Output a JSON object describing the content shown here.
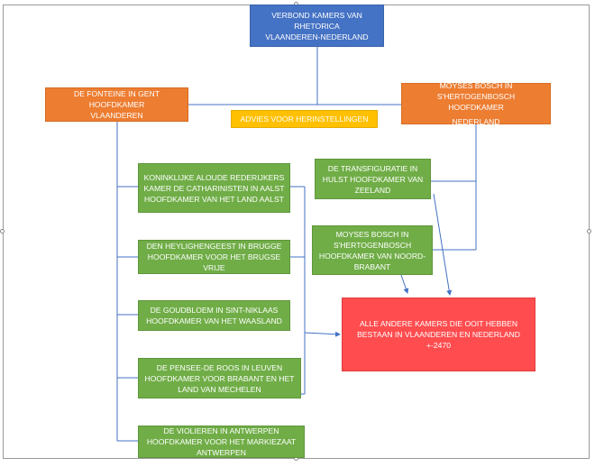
{
  "diagram": {
    "top": {
      "line1": "VERBOND KAMERS VAN RHETORICA",
      "line2": "VLAANDEREN-NEDERLAND",
      "color": "#4472c4"
    },
    "left_head": {
      "line1": "DE FONTEINE IN GENT HOOFDKAMER",
      "line2": "VLAANDEREN",
      "color": "#ed7d31"
    },
    "right_head": {
      "line1": "MOYSES BOSCH IN S'HERTOGENBOSCH",
      "line2": "HOOFDKAMER",
      "line3": "NEDERLAND",
      "color": "#ed7d31"
    },
    "advice": {
      "label": "ADVIES VOOR HERINSTELLINGEN",
      "color": "#ffc000"
    },
    "left_chambers": [
      "KONINKLIJKE ALOUDE REDERIJKERS KAMER DE CATHARINISTEN IN AALST HOOFDKAMER VAN HET LAND AALST",
      "DEN HEYLIGHENGEEST IN BRUGGE HOOFDKAMER VOOR HET BRUGSE VRIJE",
      "DE GOUDBLOEM IN SINT-NIKLAAS HOOFDKAMER VAN HET WAASLAND",
      "DE PENSEE-DE ROOS IN LEUVEN HOOFDKAMER VOOR BRABANT EN HET LAND VAN MECHELEN",
      "DE VIOLIEREN IN ANTWERPEN HOOFDKAMER VOOR HET MARKIEZAAT ANTWERPEN"
    ],
    "right_chambers": [
      "DE TRANSFIGURATIE IN HULST HOOFDKAMER VAN ZEELAND",
      "MOYSES BOSCH IN S'HERTOGENBOSCH HOOFDKAMER VAN NOORD-BRABANT"
    ],
    "others": {
      "label": "ALLE ANDERE KAMERS DIE OOIT HEBBEN BESTAAN IN VLAANDEREN EN NEDERLAND +-2470",
      "color": "#ff4d4f"
    },
    "green_color": "#70ad47",
    "connector_color": "#4472c4"
  }
}
